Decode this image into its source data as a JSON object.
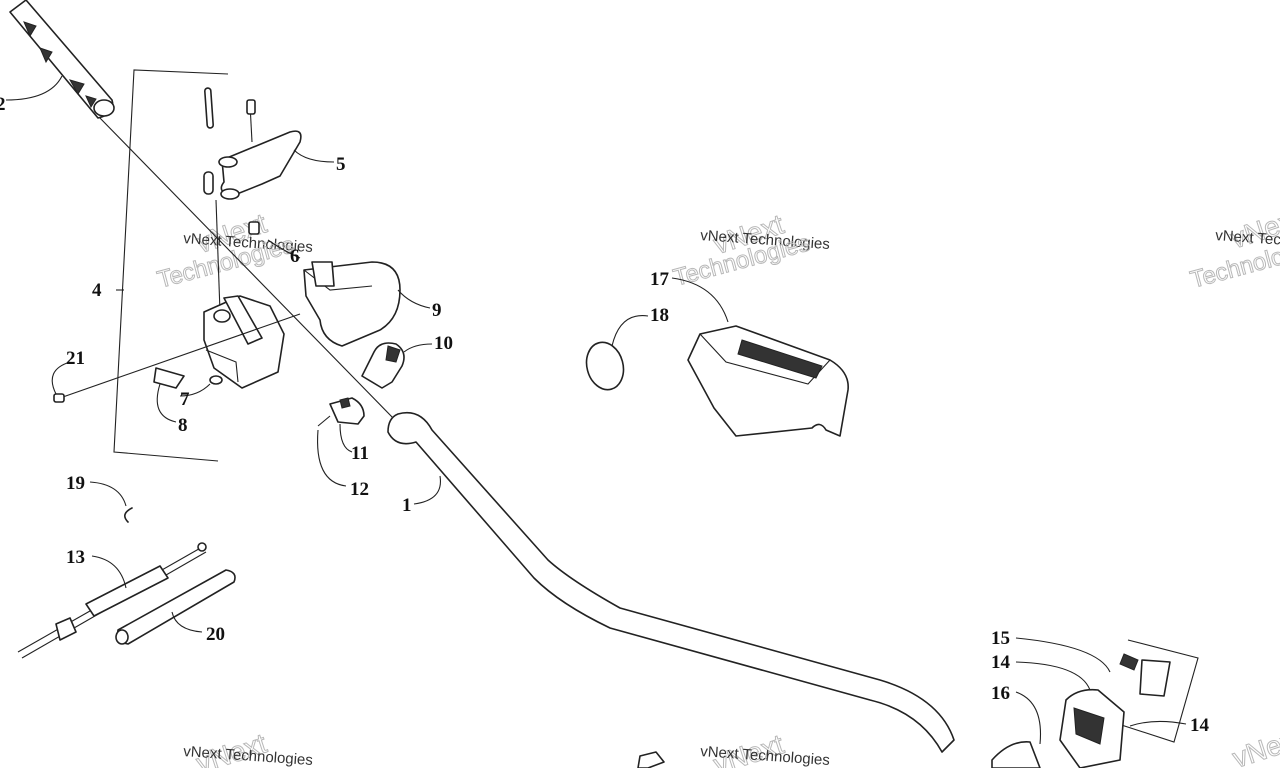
{
  "watermark": {
    "line1": "vNext",
    "line2": "vNext Technologies",
    "line3": "Technologies"
  },
  "labels": {
    "l1": "1",
    "l2": "2",
    "l4": "4",
    "l5": "5",
    "l6": "6",
    "l7": "7",
    "l8": "8",
    "l9": "9",
    "l10": "10",
    "l11": "11",
    "l12": "12",
    "l13": "13",
    "l14a": "14",
    "l14b": "14",
    "l15": "15",
    "l16": "16",
    "l17": "17",
    "l18": "18",
    "l19": "19",
    "l20": "20",
    "l21": "21"
  }
}
